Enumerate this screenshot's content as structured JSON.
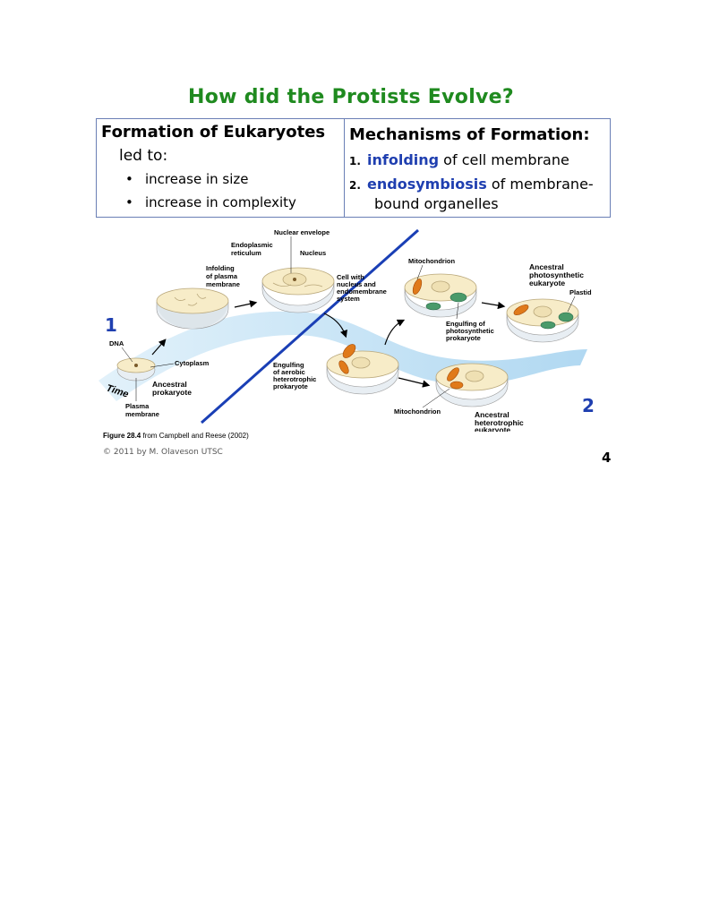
{
  "title": "How did the Protists Evolve?",
  "left_panel": {
    "heading": "Formation of Eukaryotes",
    "subheading": "led to:",
    "bullets": [
      "increase in  size",
      "increase in  complexity"
    ]
  },
  "right_panel": {
    "heading": "Mechanisms of Formation:",
    "items": [
      {
        "num": "1.",
        "keyword": "infolding",
        "rest": " of cell membrane",
        "cont": ""
      },
      {
        "num": "2.",
        "keyword": "endosymbiosis",
        "rest": " of membrane-",
        "cont": "bound  organelles"
      }
    ]
  },
  "diagram": {
    "labels": {
      "dna": "DNA",
      "cytoplasm": "Cytoplasm",
      "ancestral_prokaryote_1": "Ancestral",
      "ancestral_prokaryote_2": "prokaryote",
      "plasma_membrane_1": "Plasma",
      "plasma_membrane_2": "membrane",
      "time": "Time",
      "infolding_1": "Infolding",
      "infolding_2": "of plasma",
      "infolding_3": "membrane",
      "er_1": "Endoplasmic",
      "er_2": "reticulum",
      "nuclear_envelope": "Nuclear envelope",
      "nucleus": "Nucleus",
      "cell_with_nucleus_1": "Cell with",
      "cell_with_nucleus_2": "nucleus and",
      "cell_with_nucleus_3": "endomembrane",
      "cell_with_nucleus_4": "system",
      "engulfing_aerobic_1": "Engulfing",
      "engulfing_aerobic_2": "of aerobic",
      "engulfing_aerobic_3": "heterotrophic",
      "engulfing_aerobic_4": "prokaryote",
      "mitochondrion_top": "Mitochondrion",
      "mitochondrion_bottom": "Mitochondrion",
      "engulfing_photo_1": "Engulfing of",
      "engulfing_photo_2": "photosynthetic",
      "engulfing_photo_3": "prokaryote",
      "ancestral_photo_1": "Ancestral",
      "ancestral_photo_2": "photosynthetic",
      "ancestral_photo_3": "eukaryote",
      "plastid": "Plastid",
      "ancestral_hetero_1": "Ancestral",
      "ancestral_hetero_2": "heterotrophic",
      "ancestral_hetero_3": "eukaryote"
    },
    "step_numbers": [
      "1",
      "2"
    ]
  },
  "caption": {
    "figure": "Figure 28.4",
    "rest": " from Campbell and Reese  (2002)"
  },
  "copyright": "© 2011 by M. Olaveson UTSC",
  "page_number": "4",
  "colors": {
    "title": "#1f8a1f",
    "keyword": "#1f3fb0",
    "divider_line": "#1a3fb5",
    "arrow_band": "#bfe0f5",
    "cell_fill": "#f7ecc8",
    "mito": "#e07a1a",
    "plastid": "#4a9a6a"
  }
}
